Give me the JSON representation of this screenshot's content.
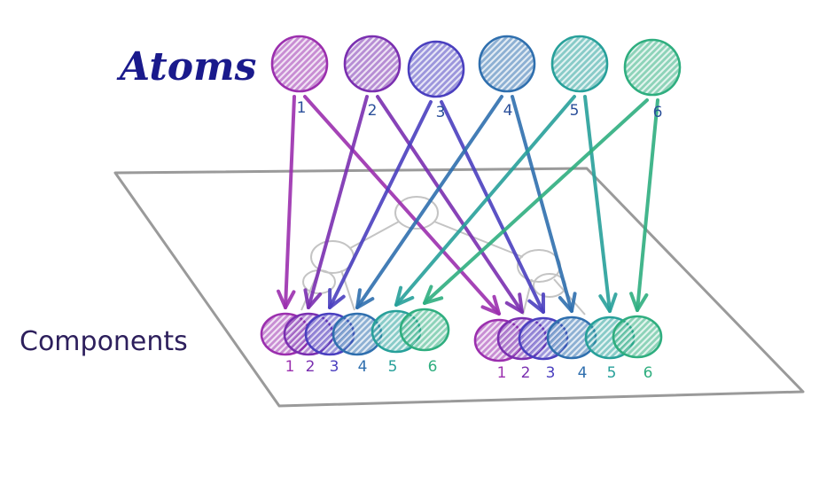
{
  "labels": {
    "atoms": "Atoms",
    "components": "Components"
  },
  "atoms": [
    {
      "number": "1",
      "color": "#9b2fae"
    },
    {
      "number": "2",
      "color": "#7a2fb0"
    },
    {
      "number": "3",
      "color": "#4a3fbf"
    },
    {
      "number": "4",
      "color": "#2f6fae"
    },
    {
      "number": "5",
      "color": "#27a09a"
    },
    {
      "number": "6",
      "color": "#2fae7f"
    }
  ],
  "component_groups": [
    {
      "name": "component-group-1",
      "numbers": [
        "1",
        "2",
        "3",
        "4",
        "5",
        "6"
      ]
    },
    {
      "name": "component-group-2",
      "numbers": [
        "1",
        "2",
        "3",
        "4",
        "5",
        "6"
      ]
    }
  ],
  "colors": {
    "title_ink": "#1a1a8c",
    "components_ink": "#2d1f5c",
    "plane_stroke": "#9a9a9a",
    "tree_stroke": "#c4c4c4",
    "number_ink": "#2a4f9a"
  }
}
